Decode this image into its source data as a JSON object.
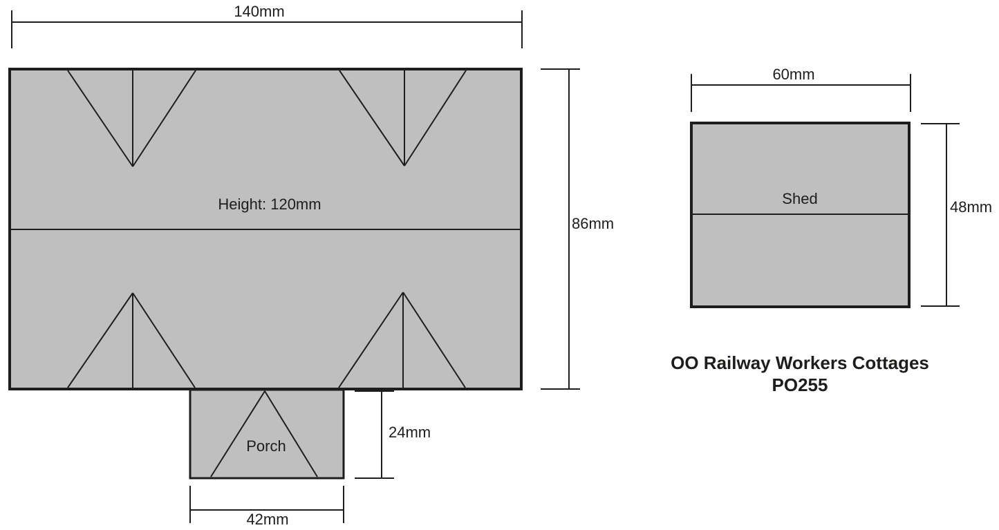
{
  "title": {
    "line1": "OO Railway Workers Cottages",
    "line2": "PO255"
  },
  "main_building": {
    "width": "140mm",
    "depth": "86mm",
    "height_note": "Height: 120mm"
  },
  "porch": {
    "name": "Porch",
    "width": "42mm",
    "depth": "24mm"
  },
  "shed": {
    "name": "Shed",
    "width": "60mm",
    "depth": "48mm"
  },
  "colors": {
    "footprint_fill": "#bfbfbf",
    "line": "#1d1d1b",
    "text": "#1d1d1b"
  }
}
